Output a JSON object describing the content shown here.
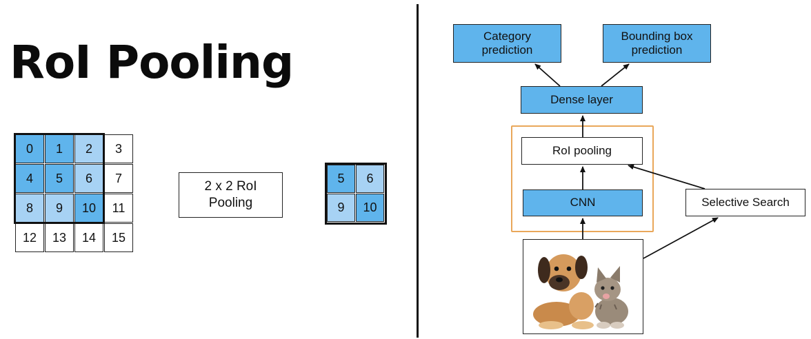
{
  "title": "RoI Pooling",
  "input_grid": {
    "cells": [
      "0",
      "1",
      "2",
      "3",
      "4",
      "5",
      "6",
      "7",
      "8",
      "9",
      "10",
      "11",
      "12",
      "13",
      "14",
      "15"
    ],
    "fills": [
      "#5fb4ec",
      "#5fb4ec",
      "#a7d2f4",
      "#ffffff",
      "#5fb4ec",
      "#5fb4ec",
      "#a7d2f4",
      "#ffffff",
      "#a7d2f4",
      "#a7d2f4",
      "#5fb4ec",
      "#ffffff",
      "#ffffff",
      "#ffffff",
      "#ffffff",
      "#ffffff"
    ]
  },
  "operation_label": "2 x 2 RoI\nPooling",
  "output_grid": {
    "cells": [
      "5",
      "6",
      "9",
      "10"
    ],
    "fills": [
      "#5fb4ec",
      "#a7d2f4",
      "#a7d2f4",
      "#5fb4ec"
    ]
  },
  "flow": {
    "category_prediction": "Category\nprediction",
    "bbox_prediction": "Bounding box\nprediction",
    "dense_layer": "Dense layer",
    "roi_pooling": "RoI pooling",
    "cnn": "CNN",
    "selective_search": "Selective Search"
  },
  "colors": {
    "blue": "#5fb4ec",
    "light_blue": "#a7d2f4",
    "roi_frame": "#e9a75a"
  }
}
